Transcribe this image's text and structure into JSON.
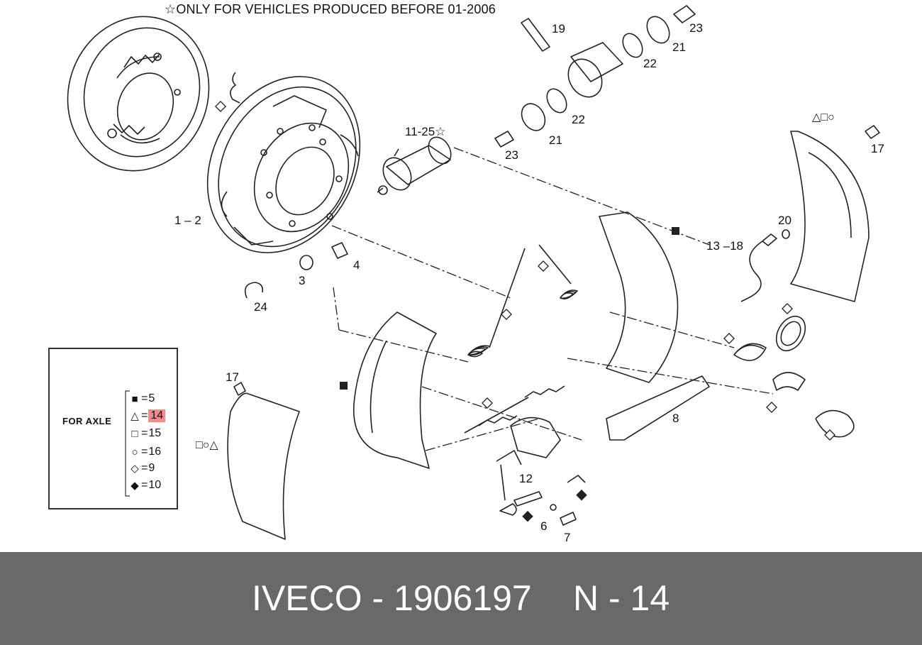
{
  "header": {
    "note": "☆ONLY FOR VEHICLES PRODUCED BEFORE 01-2006"
  },
  "callouts": {
    "c19": "19",
    "c23_top": "23",
    "c21_top": "21",
    "c22_top": "22",
    "c22_mid": "22",
    "c21_mid": "21",
    "c23_mid": "23",
    "c11_25": "11-25☆",
    "c17_right": "17",
    "c1_2": "1 – 2",
    "c20": "20",
    "c13_18": "13 –18",
    "c3": "3",
    "c4": "4",
    "c24": "24",
    "c17_left": "17",
    "c8": "8",
    "c12": "12",
    "c6": "6",
    "c7": "7"
  },
  "markers": {
    "shoe_top_right": "△□○",
    "shoe_bottom_left": "□○△"
  },
  "legend": {
    "for_axle": "FOR AXLE",
    "rows": [
      {
        "symbol": "■",
        "value": "5",
        "highlight": false
      },
      {
        "symbol": "△",
        "value": "14",
        "highlight": true
      },
      {
        "symbol": "□",
        "value": "15",
        "highlight": false
      },
      {
        "symbol": "○",
        "value": "16",
        "highlight": false
      },
      {
        "symbol": "◇",
        "value": "9",
        "highlight": false
      },
      {
        "symbol": "◆",
        "value": "10",
        "highlight": false
      }
    ]
  },
  "footer": {
    "brand_part": "IVECO - 1906197",
    "position": "N - 14"
  },
  "colors": {
    "footer_bg": "#696969",
    "highlight": "#f28b8b",
    "line": "#222222"
  }
}
